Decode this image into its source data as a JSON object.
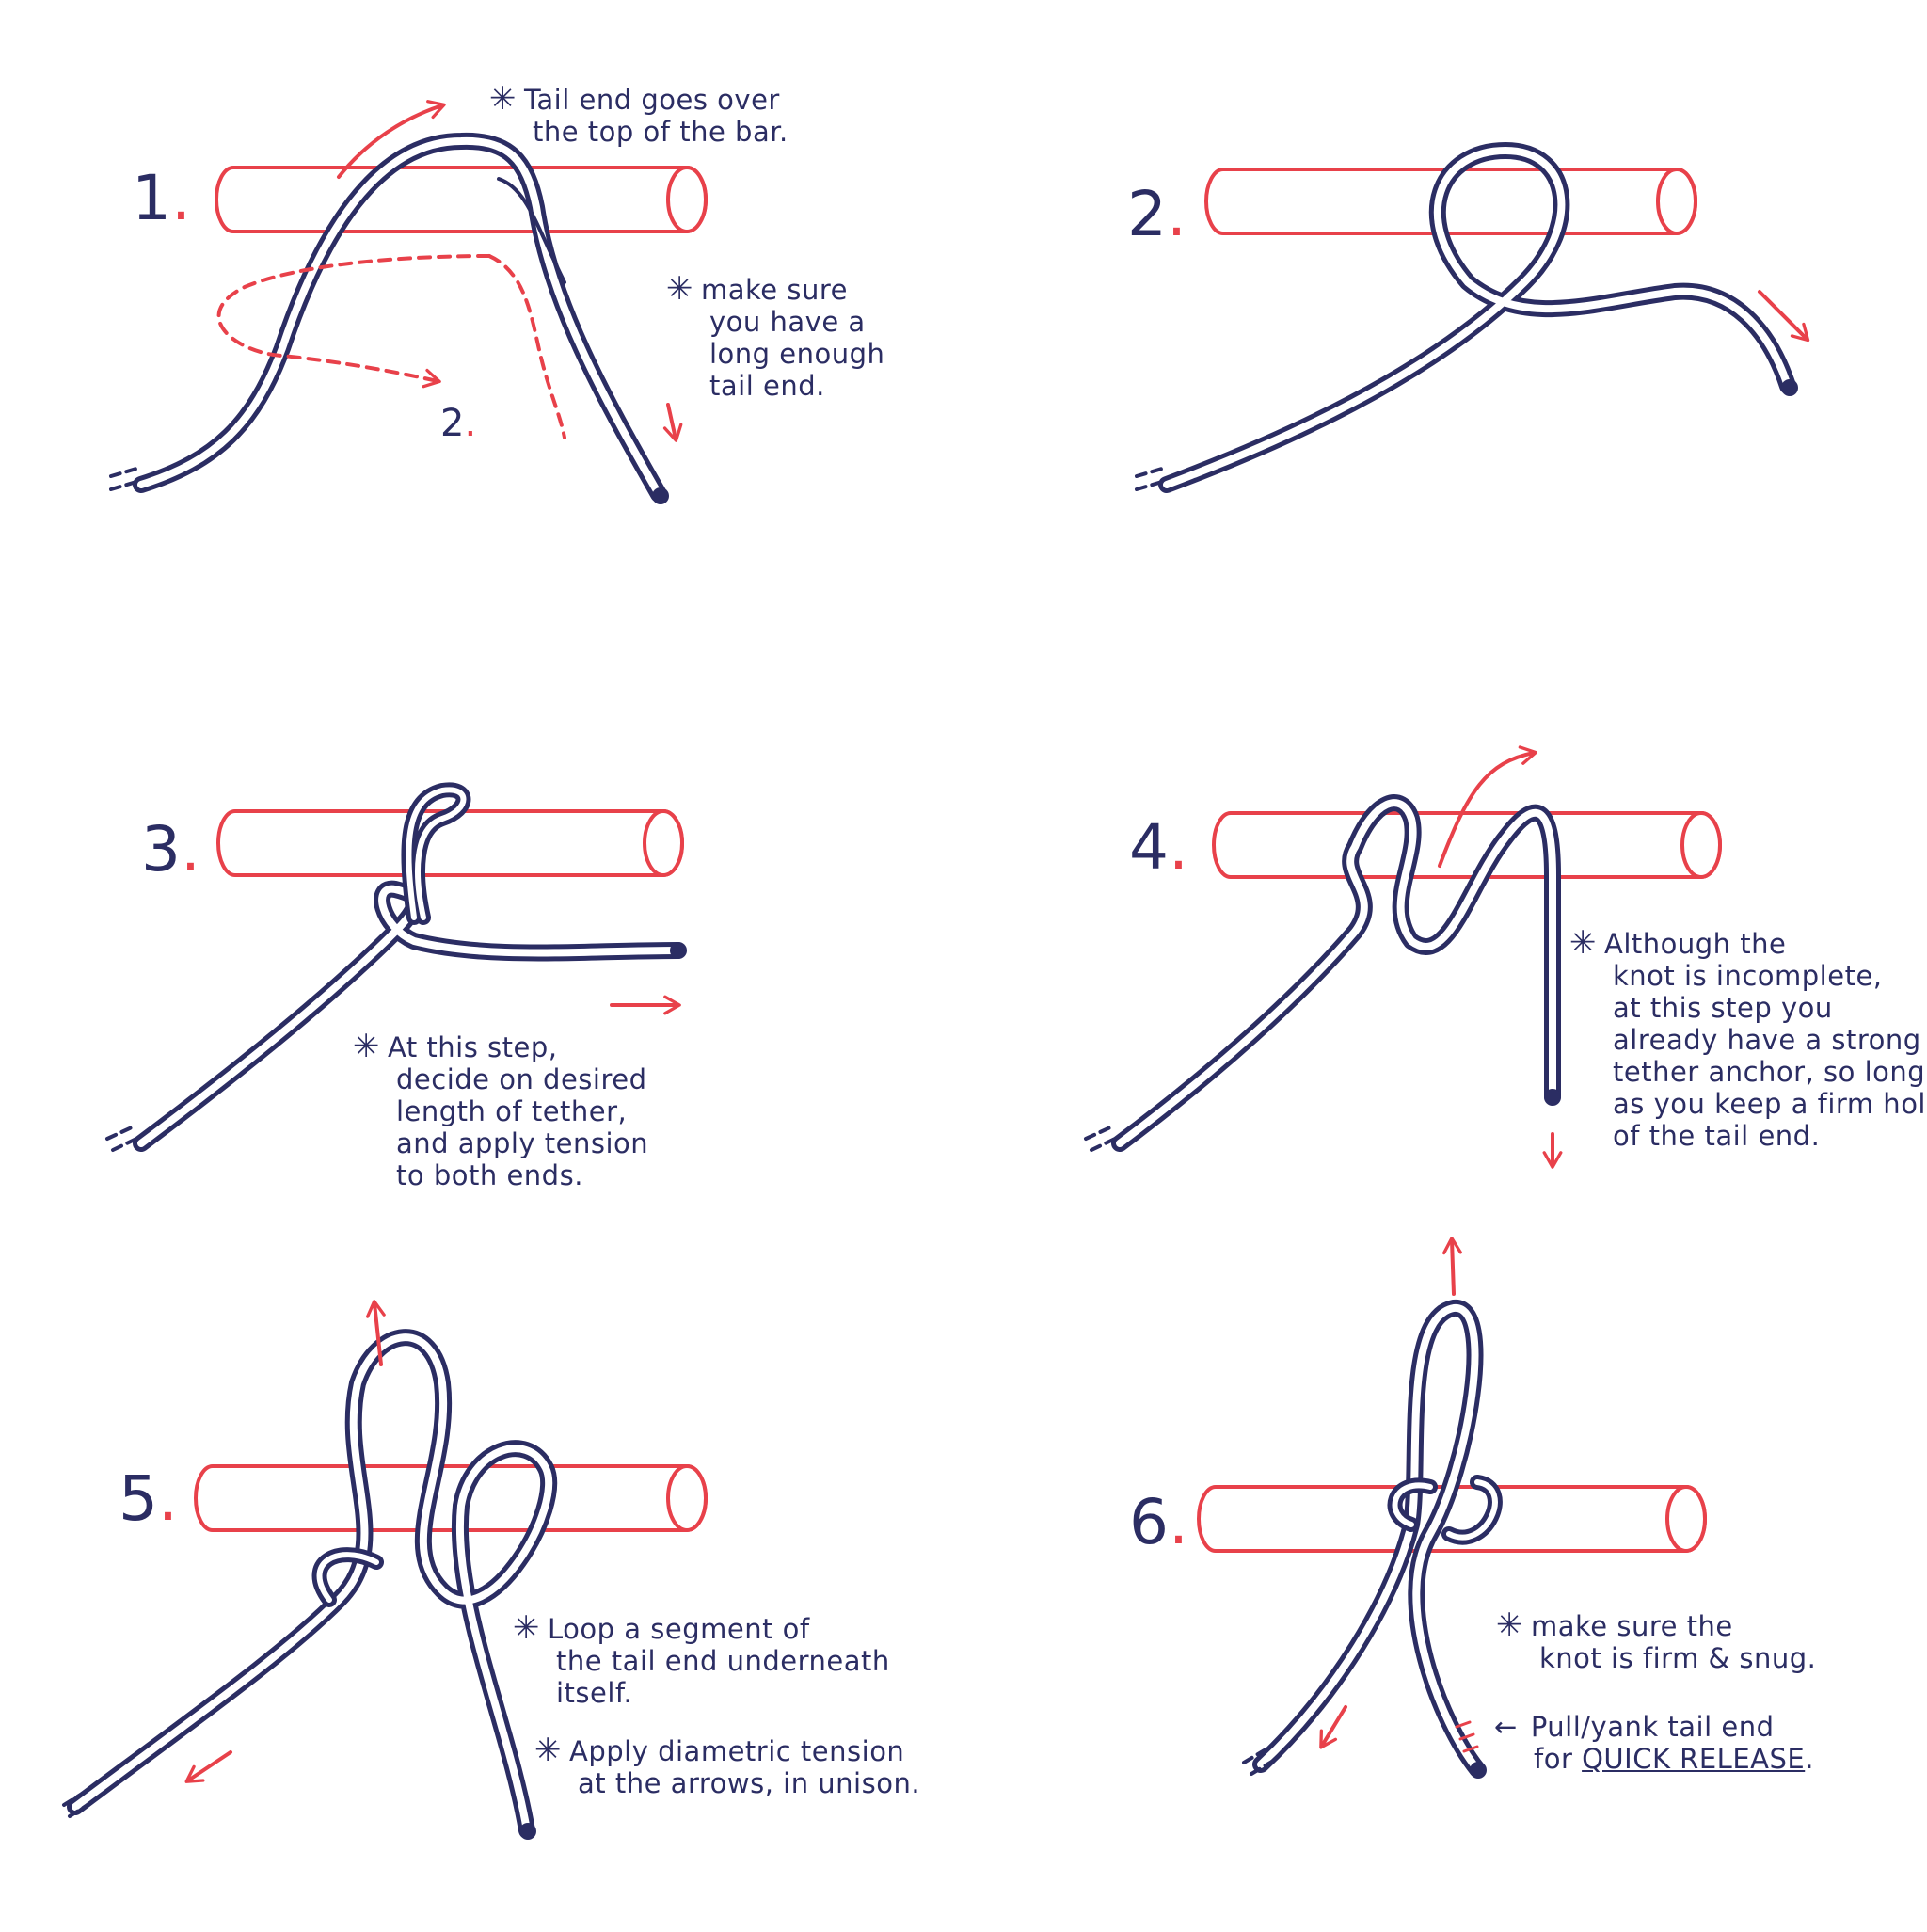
{
  "colors": {
    "rope": "#2b2d63",
    "bar": "#e8414a",
    "background": "#ffffff"
  },
  "steps": [
    {
      "number": "1",
      "dot": ".",
      "sub_label": "2",
      "notes": [
        {
          "lines": [
            "Tail end goes over",
            "the top of the bar."
          ]
        },
        {
          "lines": [
            "make sure",
            "you have a",
            "long enough",
            "tail end."
          ]
        }
      ]
    },
    {
      "number": "2",
      "dot": ".",
      "notes": []
    },
    {
      "number": "3",
      "dot": ".",
      "notes": [
        {
          "lines": [
            "At this step,",
            "decide on desired",
            "length of tether,",
            "and apply tension",
            "to both ends."
          ]
        }
      ]
    },
    {
      "number": "4",
      "dot": ".",
      "notes": [
        {
          "lines": [
            "Although the",
            "knot is incomplete,",
            "at this step you",
            "already have a strong",
            "tether anchor, so long",
            "as you keep a firm hold",
            "of the tail end."
          ]
        }
      ]
    },
    {
      "number": "5",
      "dot": ".",
      "notes": [
        {
          "lines": [
            "Loop a segment of",
            "the tail end underneath",
            "itself."
          ]
        },
        {
          "lines": [
            "Apply diametric tension",
            "at the arrows, in unison."
          ]
        }
      ]
    },
    {
      "number": "6",
      "dot": ".",
      "notes": [
        {
          "lines": [
            "make sure the",
            "knot is firm & snug."
          ]
        },
        {
          "arrow": "←",
          "lines": [
            "Pull/yank tail end",
            "for"
          ],
          "emphasis": "QUICK RELEASE",
          "emphasis_after": "."
        }
      ]
    }
  ],
  "star_glyph": "✳"
}
